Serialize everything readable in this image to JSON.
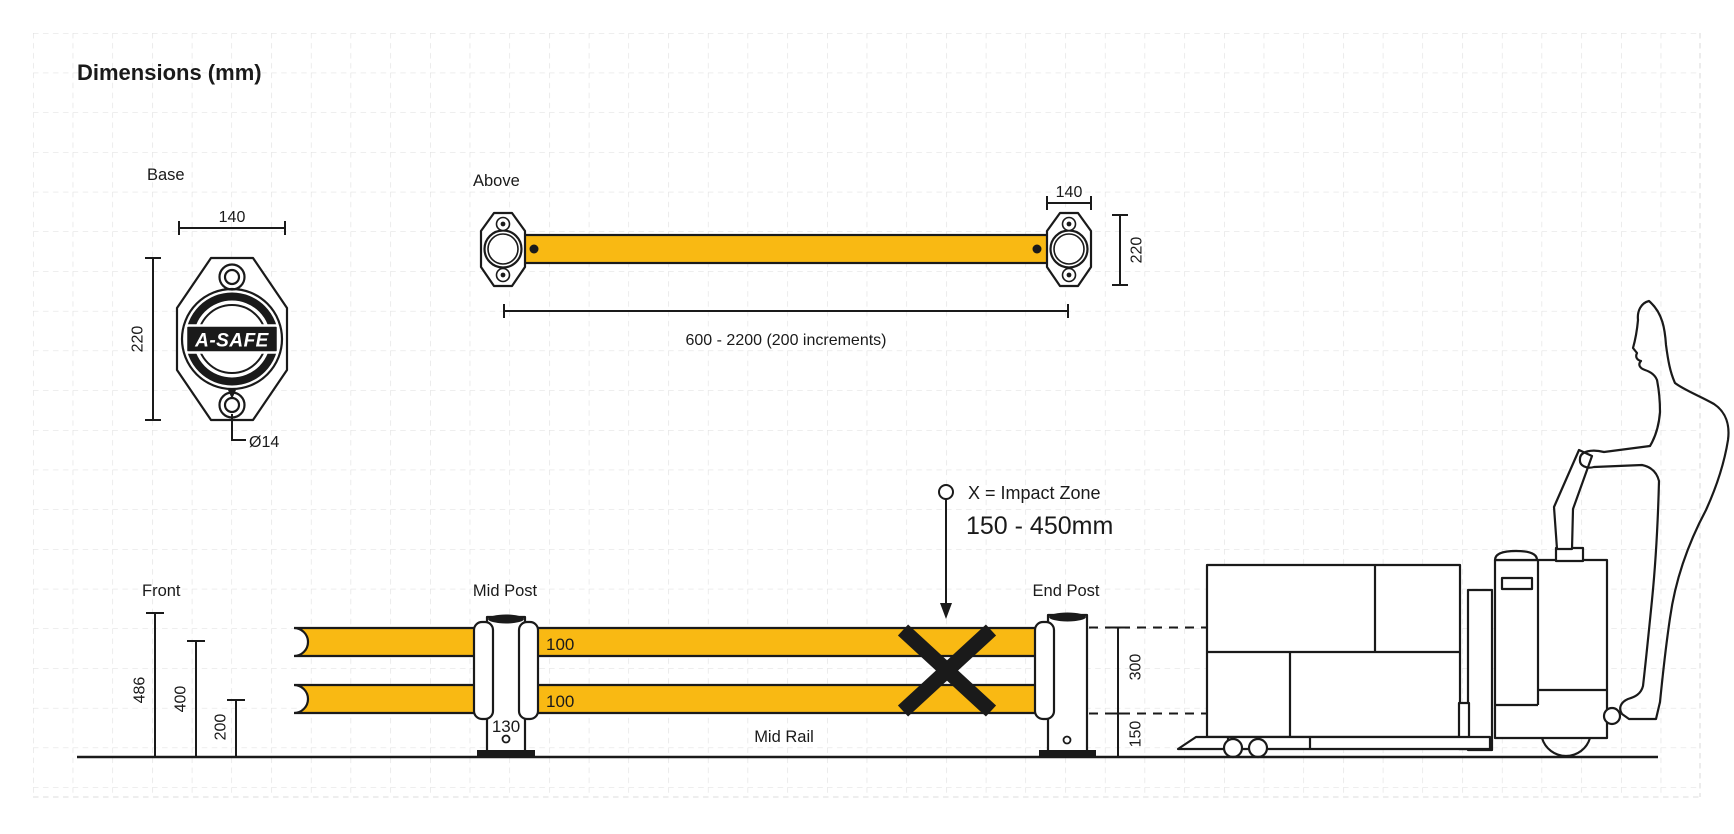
{
  "title": "Dimensions (mm)",
  "colors": {
    "rail_yellow": "#F9B913",
    "line_black": "#1A1A1A",
    "grid_line": "#DCDCDC",
    "background": "#FFFFFF"
  },
  "views": {
    "base": {
      "label": "Base",
      "width_mm": "140",
      "height_mm": "220",
      "bolt_hole_diameter": "Ø14",
      "logo": "A-SAFE"
    },
    "above": {
      "label": "Above",
      "base_width_mm": "140",
      "base_height_mm": "220",
      "rail_length_range": "600 - 2200 (200 increments)"
    },
    "front": {
      "label": "Front",
      "overall_height_mm": "486",
      "top_rail_height_mm": "400",
      "bottom_rail_height_mm": "200",
      "rail_section_top_mm": "100",
      "rail_section_bottom_mm": "100",
      "post_width_mm": "130",
      "rail_zone_height_mm": "300",
      "ground_clearance_mm": "150",
      "mid_post_label": "Mid Post",
      "end_post_label": "End Post",
      "mid_rail_label": "Mid Rail"
    },
    "impact_zone": {
      "note": "X = Impact Zone",
      "range": "150 - 450mm"
    }
  }
}
